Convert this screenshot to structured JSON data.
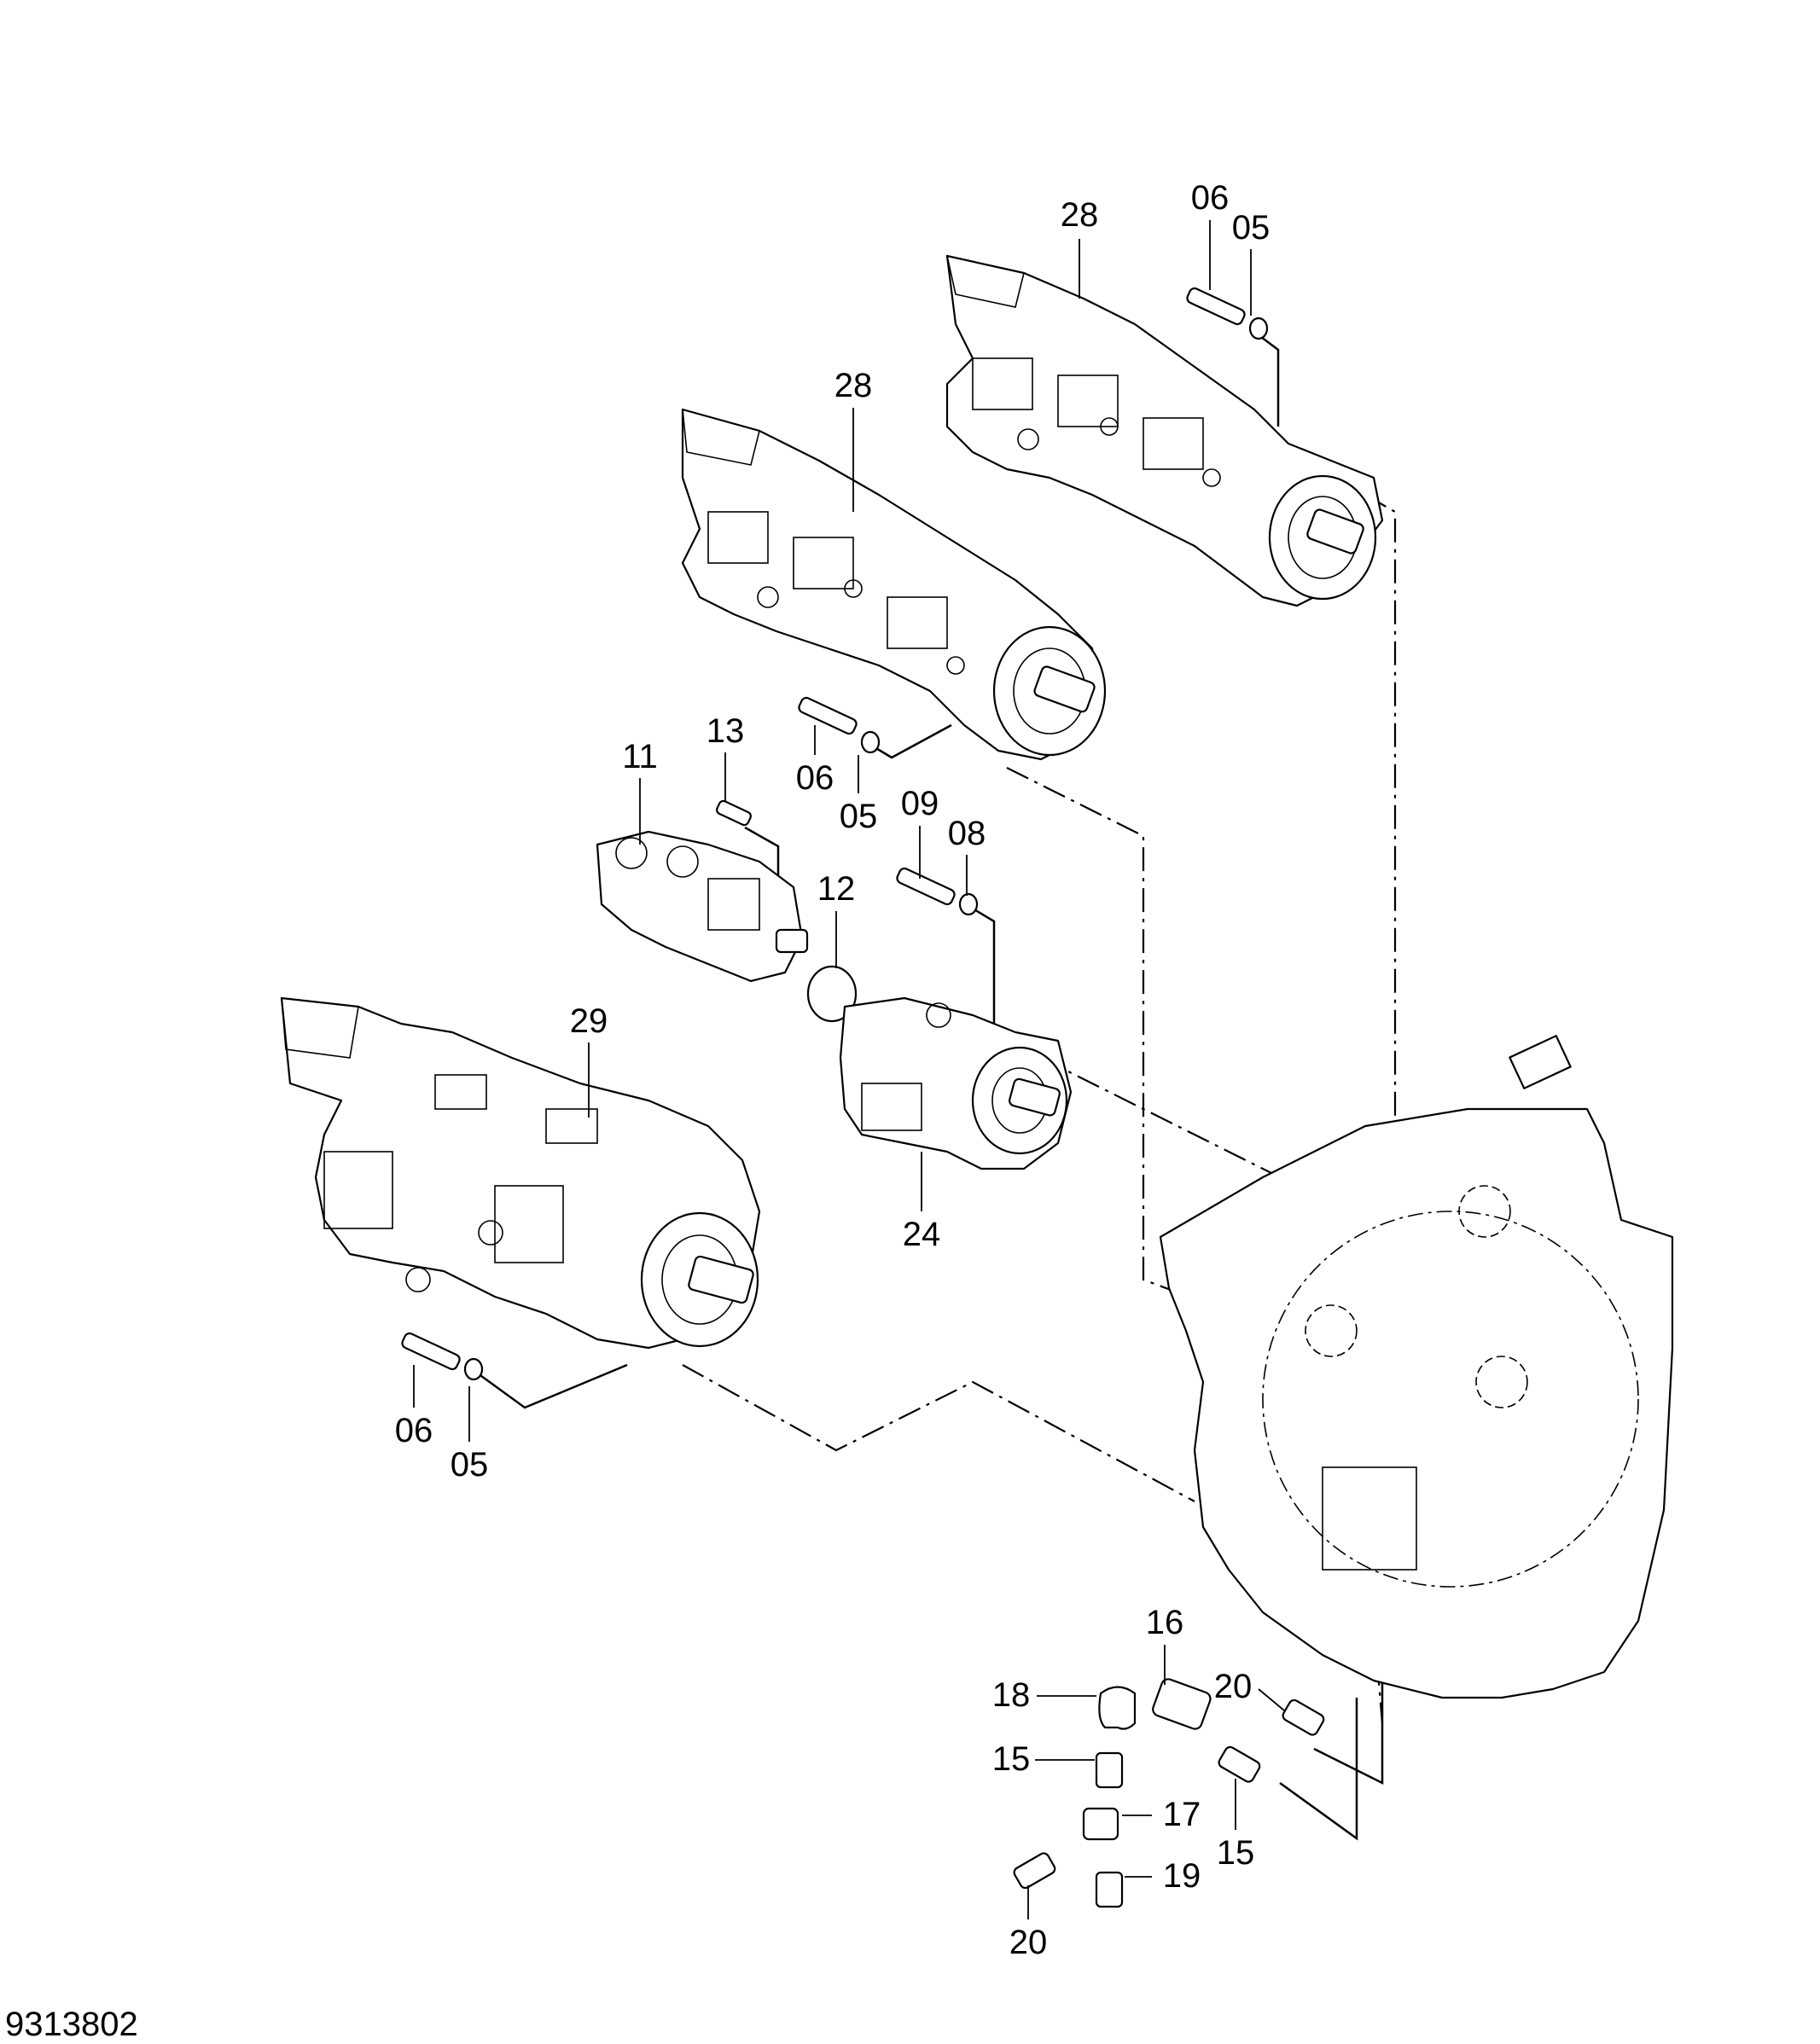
{
  "drawing_number": "9313802",
  "callouts": {
    "c28_top": "28",
    "c06_top": "06",
    "c05_top": "05",
    "c28_mid": "28",
    "c06_mid": "06",
    "c05_mid": "05",
    "c11": "11",
    "c13": "13",
    "c09": "09",
    "c08": "08",
    "c12": "12",
    "c29": "29",
    "c24": "24",
    "c06_low": "06",
    "c05_low": "05",
    "c16": "16",
    "c18": "18",
    "c20_right": "20",
    "c15_left": "15",
    "c17": "17",
    "c15_right": "15",
    "c19": "19",
    "c20_bottom": "20"
  }
}
